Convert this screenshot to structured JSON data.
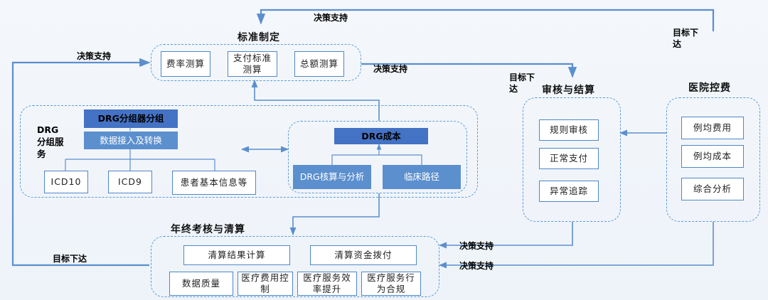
{
  "standard": {
    "title": "标准制定",
    "items": [
      "费率测算",
      "支付标准测算",
      "总额测算"
    ]
  },
  "drg_service": {
    "label": "DRG分组服务",
    "grouper": "DRG分组器分组",
    "data_access": "数据接入及转换",
    "sources": [
      "ICD10",
      "ICD9",
      "患者基本信息等"
    ]
  },
  "drg_cost": {
    "title": "DRG成本",
    "items": [
      "DRG核算与分析",
      "临床路径"
    ]
  },
  "audit": {
    "title": "审核与结算",
    "items": [
      "规则审核",
      "正常支付",
      "异常追踪"
    ]
  },
  "hospital": {
    "title": "医院控费",
    "items": [
      "例均费用",
      "例均成本",
      "综合分析"
    ]
  },
  "annual": {
    "title": "年终考核与清算",
    "row1": [
      "清算结果计算",
      "清算资金拨付"
    ],
    "row2": [
      "数据质量",
      "医疗费用控制",
      "医疗服务效率提升",
      "医疗服务行为合规"
    ]
  },
  "flow_labels": {
    "decision_support": "决策支持",
    "target_issue": "目标下达"
  }
}
